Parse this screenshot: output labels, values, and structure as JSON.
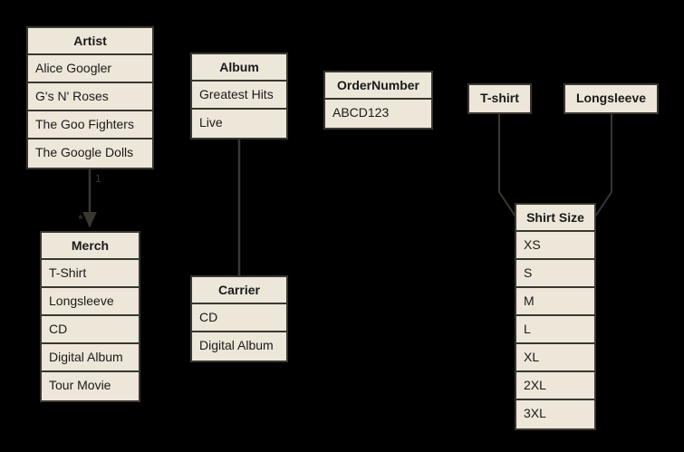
{
  "diagram": {
    "type": "entity-relationship-diagram",
    "background_color": "#000000",
    "entity_fill": "#ede7d9",
    "entity_border": "#3a3730",
    "connector_color": "#3a3730",
    "entities": [
      {
        "id": "artist",
        "title": "Artist",
        "rows": [
          "Alice Googler",
          "G's N' Roses",
          "The Goo Fighters",
          "The Google Dolls"
        ]
      },
      {
        "id": "merch",
        "title": "Merch",
        "rows": [
          "T-Shirt",
          "Longsleeve",
          "CD",
          "Digital Album",
          "Tour Movie"
        ]
      },
      {
        "id": "album",
        "title": "Album",
        "rows": [
          "Greatest Hits",
          "Live"
        ]
      },
      {
        "id": "carrier",
        "title": "Carrier",
        "rows": [
          "CD",
          "Digital Album"
        ]
      },
      {
        "id": "ordernumber",
        "title": "OrderNumber",
        "rows": [
          "ABCD123"
        ]
      },
      {
        "id": "tshirt",
        "title": "T-shirt",
        "rows": []
      },
      {
        "id": "longsleeve",
        "title": "Longsleeve",
        "rows": []
      },
      {
        "id": "shirtsize",
        "title": "Shirt Size",
        "rows": [
          "XS",
          "S",
          "M",
          "L",
          "XL",
          "2XL",
          "3XL"
        ]
      }
    ],
    "connectors": [
      {
        "id": "artist-merch",
        "from": "artist",
        "to": "merch",
        "source_label": "1",
        "target_label": "*",
        "arrow": true
      },
      {
        "id": "album-carrier",
        "from": "album",
        "to": "carrier",
        "source_label": "",
        "target_label": "",
        "arrow": false
      },
      {
        "id": "tshirt-shirtsize",
        "from": "tshirt",
        "to": "shirtsize",
        "source_label": "",
        "target_label": "",
        "arrow": false
      },
      {
        "id": "longsleeve-shirtsize",
        "from": "longsleeve",
        "to": "shirtsize",
        "source_label": "",
        "target_label": "",
        "arrow": false
      }
    ]
  }
}
